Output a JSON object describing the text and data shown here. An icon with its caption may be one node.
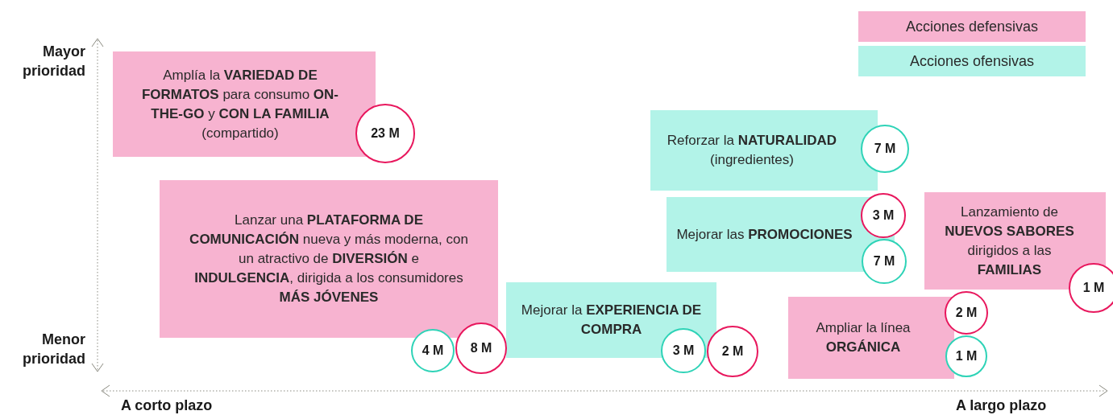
{
  "diagram": {
    "nodes": [
      {
        "text": [
          "Amplía la **VARIEDAD DE FORMATOS** para consumo **ON-THE-GO** y **CON LA FAMILIA** (compartido)"
        ]
      },
      {
        "text": [
          "23 M"
        ]
      },
      {
        "text": [
          "Reforzar la **NATURALIDAD** (ingredientes)"
        ]
      },
      {
        "text": [
          "7 M"
        ]
      },
      {
        "text": [
          "Lanzar una **PLATAFORMA DE COMUNICACIÓN** nueva y más moderna, con un atractivo de **DIVERSIÓN** e **INDULGENCIA**, dirigida a los consumidores **MÁS JÓVENES**"
        ]
      },
      {
        "text": [
          "Mejorar las **PROMOCIONES**"
        ]
      },
      {
        "text": [
          "3 M"
        ]
      },
      {
        "text": [
          "7 M"
        ]
      },
      {
        "text": [
          "Lanzamiento de **NUEVOS SABORES** dirigidos a las **FAMILIAS**"
        ]
      },
      {
        "text": [
          "1 M"
        ]
      },
      {
        "text": [
          "Mejorar la **EXPERIENCIA DE COMPRA**"
        ]
      },
      {
        "text": [
          "Ampliar la línea **ORGÁNICA**"
        ]
      },
      {
        "text": [
          "2 M"
        ]
      },
      {
        "text": [
          "1 M"
        ]
      },
      {
        "text": [
          "4 M"
        ]
      },
      {
        "text": [
          "8 M"
        ]
      },
      {
        "text": [
          "3 M"
        ]
      },
      {
        "text": [
          "2 M"
        ]
      }
    ],
    "labels": [
      "Mayor prioridad",
      "Menor prioridad",
      "A corto plazo",
      "A largo plazo"
    ],
    "legend": [
      {
        "text": "Acciones defensivas",
        "color": "#f7b3d0"
      },
      {
        "text": "Acciones ofensivas",
        "color": "#b2f3e8"
      }
    ]
  }
}
